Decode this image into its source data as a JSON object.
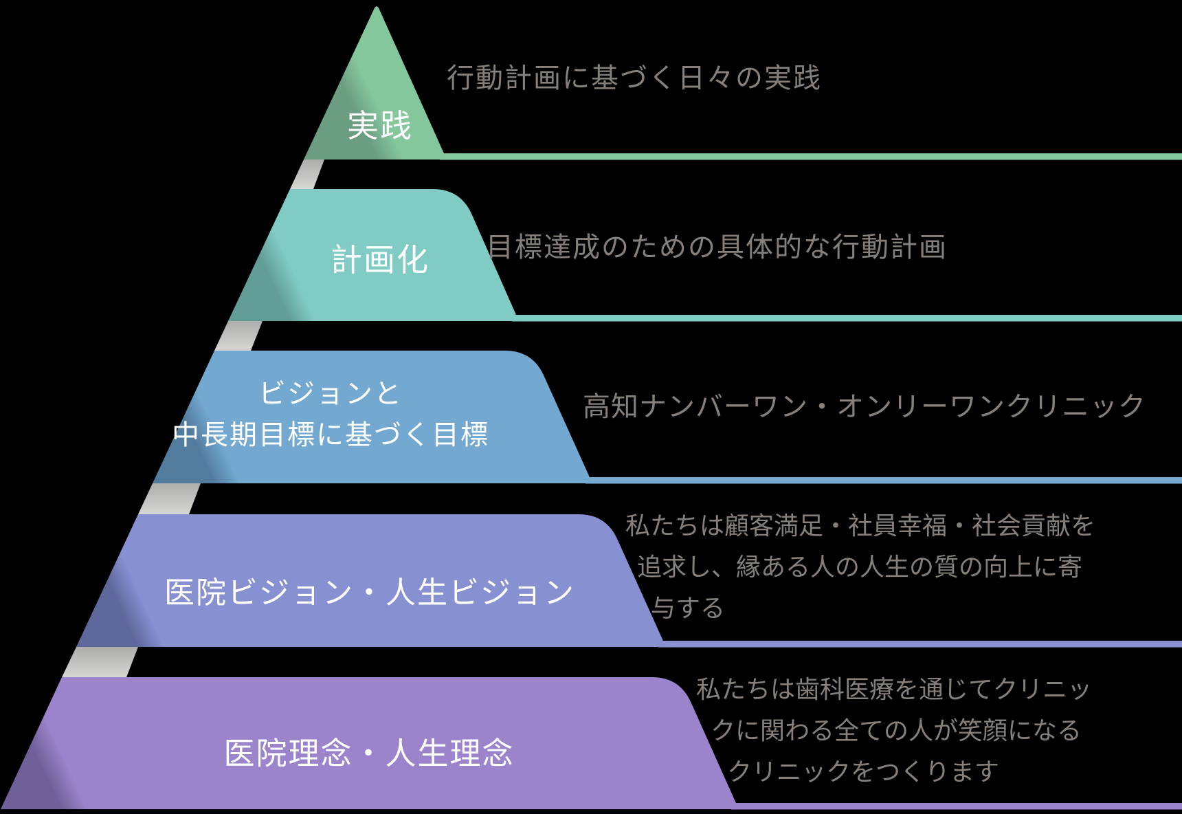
{
  "background": "#000000",
  "connector": {
    "top": "#adadac",
    "bottom": "#d6d6d2"
  },
  "levels": [
    {
      "label": "実践",
      "desc_lines": [
        "行動計画に基づく日々の実践"
      ],
      "color": "#85c79d",
      "shade": "#6b9d80",
      "line_color": "#84c89d"
    },
    {
      "label": "計画化",
      "desc_lines": [
        "目標達成のための具体的な行動計画"
      ],
      "color": "#81cbc5",
      "shade": "#629d98",
      "line_color": "#80ccc6"
    },
    {
      "label_line1": "ビジョンと",
      "label_line2": "中長期目標に基づく目標",
      "desc_lines": [
        "高知ナンバーワン・オンリーワンクリニック"
      ],
      "color": "#73a8d0",
      "shade": "#527c9e",
      "line_color": "#78aad0"
    },
    {
      "label": "医院ビジョン・人生ビジョン",
      "desc_lines": [
        "私たちは顧客満足・社員幸福・社会貢献を",
        "追求し、縁ある人の人生の質の向上に寄",
        "与する"
      ],
      "color": "#8790d1",
      "shade": "#5f689c",
      "line_color": "#8a92d3"
    },
    {
      "label": "医院理念・人生理念",
      "desc_lines": [
        "私たちは歯科医療を通じてクリニッ",
        "クに関わる全ての人が笑顔になる",
        "クリニックをつくります"
      ],
      "color": "#9b84cb",
      "shade": "#70609a",
      "line_color": "#9a85cb"
    }
  ]
}
